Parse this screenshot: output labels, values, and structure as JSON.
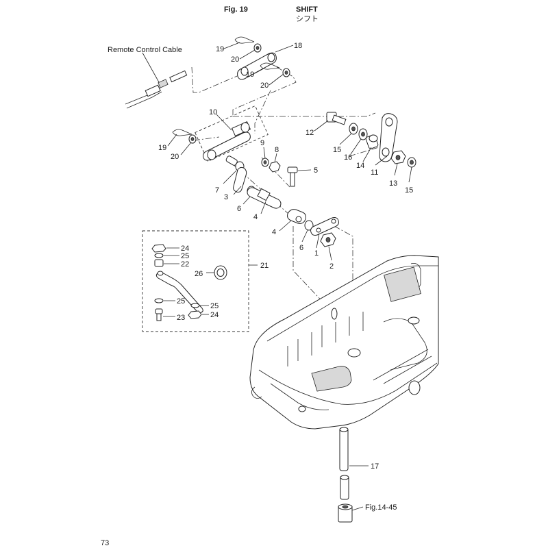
{
  "header": {
    "fig_label": "Fig. 19",
    "title": "SHIFT",
    "title_jp": "シフト"
  },
  "cable_label": "Remote Control Cable",
  "reference_label": "Fig.14-45",
  "page_number": "73",
  "callouts": {
    "c19a": "19",
    "c20a": "20",
    "c18": "18",
    "c19b": "19",
    "c20b": "20",
    "c10": "10",
    "c19c": "19",
    "c20c": "20",
    "c9": "9",
    "c8": "8",
    "c12": "12",
    "c15a": "15",
    "c16": "16",
    "c14": "14",
    "c11": "11",
    "c13": "13",
    "c15b": "15",
    "c5": "5",
    "c7": "7",
    "c3": "3",
    "c6a": "6",
    "c4a": "4",
    "c4b": "4",
    "c6b": "6",
    "c1": "1",
    "c2": "2",
    "c21": "21",
    "c24a": "24",
    "c25a": "25",
    "c22": "22",
    "c26": "26",
    "c25b": "25",
    "c25c": "25",
    "c23": "23",
    "c24b": "24",
    "c17": "17"
  }
}
